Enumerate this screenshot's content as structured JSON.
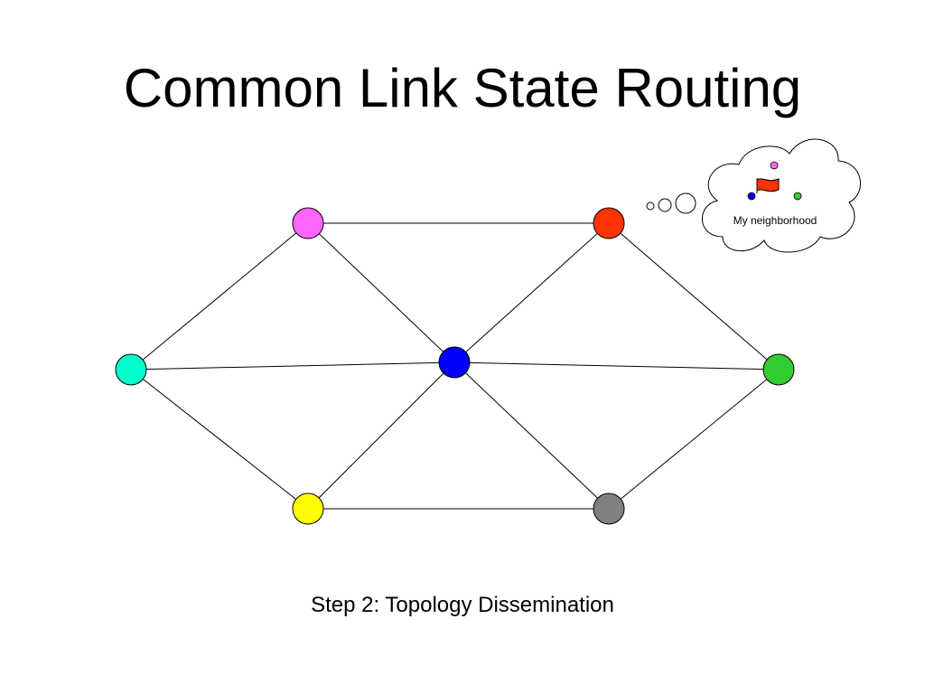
{
  "slide": {
    "title": "Common Link State Routing",
    "caption": "Step 2: Topology Dissemination"
  },
  "thought_bubble": {
    "label": "My neighborhood"
  },
  "nodes": [
    {
      "id": "magenta",
      "color": "#ff66ff"
    },
    {
      "id": "red",
      "color": "#ff3300"
    },
    {
      "id": "cyan",
      "color": "#00ffcc"
    },
    {
      "id": "blue",
      "color": "#0000ff"
    },
    {
      "id": "green",
      "color": "#33cc33"
    },
    {
      "id": "yellow",
      "color": "#ffff00"
    },
    {
      "id": "gray",
      "color": "#808080"
    }
  ],
  "links": [
    [
      "magenta",
      "red"
    ],
    [
      "magenta",
      "cyan"
    ],
    [
      "magenta",
      "blue"
    ],
    [
      "red",
      "blue"
    ],
    [
      "red",
      "green"
    ],
    [
      "cyan",
      "blue"
    ],
    [
      "cyan",
      "yellow"
    ],
    [
      "blue",
      "green"
    ],
    [
      "blue",
      "yellow"
    ],
    [
      "blue",
      "gray"
    ],
    [
      "yellow",
      "gray"
    ],
    [
      "gray",
      "green"
    ]
  ],
  "neighborhood": {
    "center": "blue",
    "nodes": [
      "magenta",
      "red",
      "blue",
      "green"
    ],
    "flag_color": "#ff3300"
  }
}
